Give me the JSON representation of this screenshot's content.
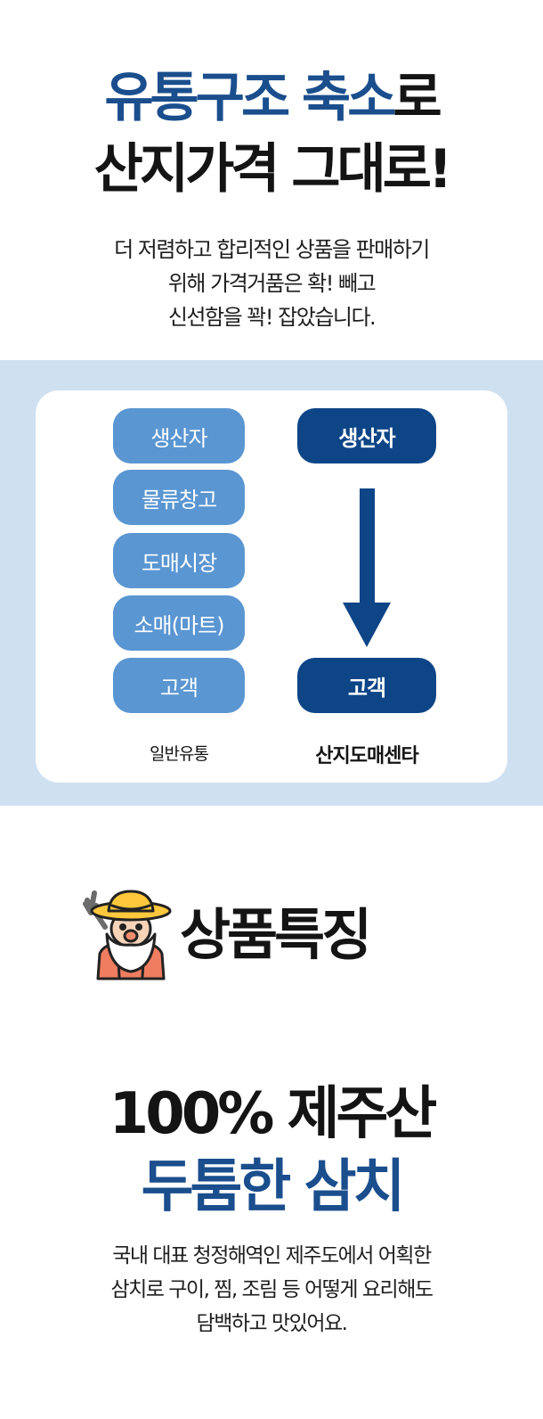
{
  "hero": {
    "title_line1_blue": "유통구조 축소",
    "title_line1_suffix": "로",
    "title_line2": "산지가격 그대로!",
    "description": [
      "더 저렴하고 합리적인 상품을 판매하기",
      "위해 가격거품은 확! 빼고",
      "신선함을 꽉! 잡았습니다."
    ]
  },
  "comparison": {
    "general": {
      "steps": [
        "생산자",
        "물류창고",
        "도매시장",
        "소매(마트)",
        "고객"
      ],
      "label": "일반유통"
    },
    "sanji": {
      "steps": [
        "생산자",
        "고객"
      ],
      "label": "산지도매센타"
    }
  },
  "features": {
    "title": "상품특징",
    "headline_line1": "100% 제주산",
    "headline_line2": "두툼한 삼치",
    "description": [
      "국내 대표 청정해역인 제주도에서 어획한",
      "삼치로 구이, 찜, 조림 등 어떻게 요리해도",
      "담백하고 맛있어요."
    ]
  },
  "colors": {
    "accent_blue": "#1a4e8d",
    "band_blue": "#cfe0f1",
    "pill_light": "#5a96d2",
    "pill_dark": "#0d4587"
  }
}
